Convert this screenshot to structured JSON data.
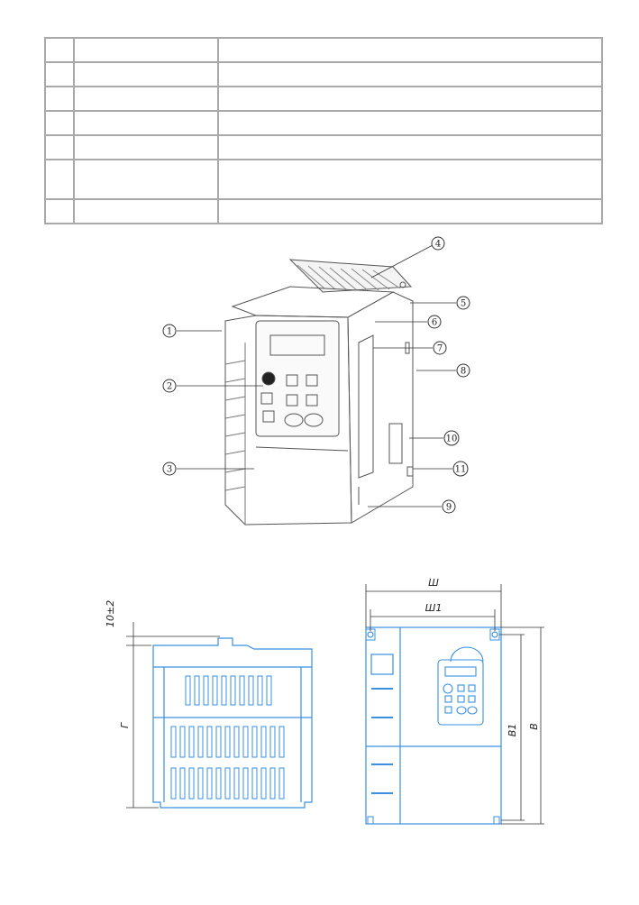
{
  "table": {
    "rows": [
      {
        "c1": "",
        "c2": "",
        "c3": ""
      },
      {
        "c1": "",
        "c2": "",
        "c3": ""
      },
      {
        "c1": "",
        "c2": "",
        "c3": ""
      },
      {
        "c1": "",
        "c2": "",
        "c3": ""
      },
      {
        "c1": "",
        "c2": "",
        "c3": ""
      },
      {
        "c1": "",
        "c2": "",
        "c3": ""
      },
      {
        "c1": "",
        "c2": "",
        "c3": ""
      }
    ]
  },
  "illustration": {
    "callouts": [
      "1",
      "2",
      "3",
      "4",
      "5",
      "6",
      "7",
      "8",
      "9",
      "10",
      "11"
    ]
  },
  "dimensions": {
    "side_top_gap": "10±2",
    "side_depth": "Г",
    "front_width": "Ш",
    "front_width_inner": "Ш1",
    "front_height": "В",
    "front_height_inner": "В1"
  },
  "colors": {
    "drawing_blue": "#3a8fe0",
    "table_border": "#a9a9a9",
    "sketch_line": "#555555"
  }
}
